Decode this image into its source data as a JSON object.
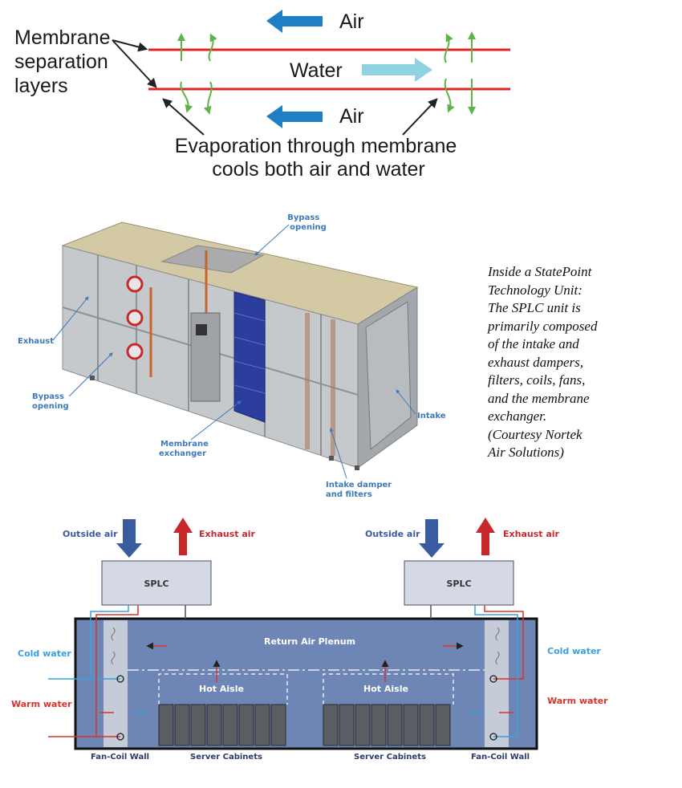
{
  "membrane": {
    "air_top": "Air",
    "water": "Water",
    "air_bottom": "Air",
    "layers_label": [
      "Membrane",
      "separation",
      "layers"
    ],
    "evap_label": [
      "Evaporation through membrane",
      "cools both air and water"
    ],
    "colors": {
      "membrane_line": "#e02424",
      "air_arrow": "#1f7fc4",
      "water_arrow": "#8fd3e0",
      "vapor_arrow": "#5cb34a"
    }
  },
  "unit": {
    "labels": {
      "bypass_top": [
        "Bypass",
        "opening"
      ],
      "exhaust": "Exhaust",
      "bypass_left": [
        "Bypass",
        "opening"
      ],
      "membrane_exchanger": [
        "Membrane",
        "exchanger"
      ],
      "intake": "Intake",
      "intake_damper": [
        "Intake damper",
        "and filters"
      ]
    },
    "caption": [
      "Inside a StatePoint",
      "Technology Unit:",
      "The SPLC unit is",
      "primarily composed",
      "of the intake and",
      "exhaust dampers,",
      "filters, coils, fans,",
      "and the membrane",
      "exchanger.",
      "(Courtesy Nortek",
      "Air Solutions)"
    ]
  },
  "datacenter": {
    "outside_air": "Outside air",
    "exhaust_air": "Exhaust air",
    "splc": "SPLC",
    "return_air_plenum": "Return Air Plenum",
    "hot_aisle": "Hot Aisle",
    "cold_water": "Cold water",
    "warm_water": "Warm water",
    "fan_coil_wall": "Fan-Coil Wall",
    "server_cabinets": "Server Cabinets",
    "colors": {
      "outside": "#3a5ba0",
      "exhaust": "#c8282a",
      "room": "#6e86b6",
      "cold": "#3aa0dc",
      "warm": "#d8342c"
    }
  }
}
